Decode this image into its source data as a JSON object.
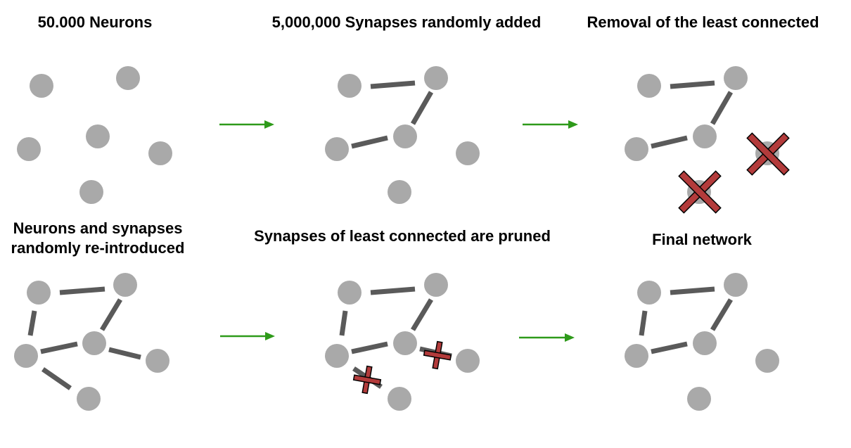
{
  "labels": {
    "panel1": "50.000 Neurons",
    "panel2": "5,000,000 Synapses randomly added",
    "panel3": "Removal of the least connected",
    "panel4a": "Neurons and synapses",
    "panel4b": "randomly re-introduced",
    "panel5": "Synapses of least connected are pruned",
    "panel6": "Final network"
  },
  "colors": {
    "neuron": "#a9a9a9",
    "synapse": "#5a5a5a",
    "arrow": "#2e9a1a",
    "removal_mark": "#b33b3b"
  },
  "icons": [
    "neuron-node",
    "synapse-edge",
    "green-arrow",
    "red-x-mark"
  ]
}
